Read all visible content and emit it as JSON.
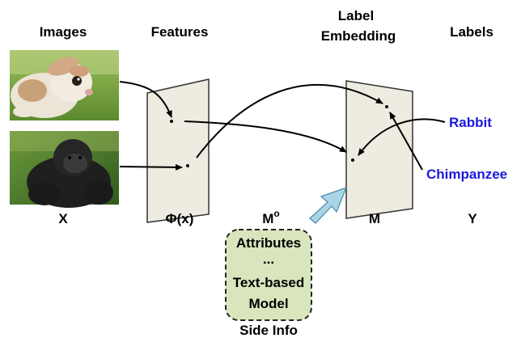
{
  "headers": {
    "images": "Images",
    "features": "Features",
    "label_embedding_line1": "Label",
    "label_embedding_line2": "Embedding",
    "labels": "Labels"
  },
  "variables": {
    "x": "X",
    "phi": "Φ(x)",
    "m0": "M",
    "m0_superscript": "o",
    "m": "M",
    "y": "Y"
  },
  "class_labels": {
    "rabbit": "Rabbit",
    "chimpanzee": "Chimpanzee"
  },
  "side_info": {
    "line1": "Attributes",
    "line2": "...",
    "line3": "Text-based",
    "line4": "Model",
    "caption": "Side Info"
  },
  "images": [
    {
      "name": "rabbit-photo",
      "depicts": "rabbit"
    },
    {
      "name": "gorilla-photo",
      "depicts": "gorilla"
    }
  ],
  "colors": {
    "panel_fill": "#eeebe0",
    "panel_stroke": "#333333",
    "label_color": "#1a1adc",
    "side_info_fill": "#d8e5bd",
    "big_arrow_fill": "#a9d6e5",
    "big_arrow_stroke": "#4a88a8"
  }
}
